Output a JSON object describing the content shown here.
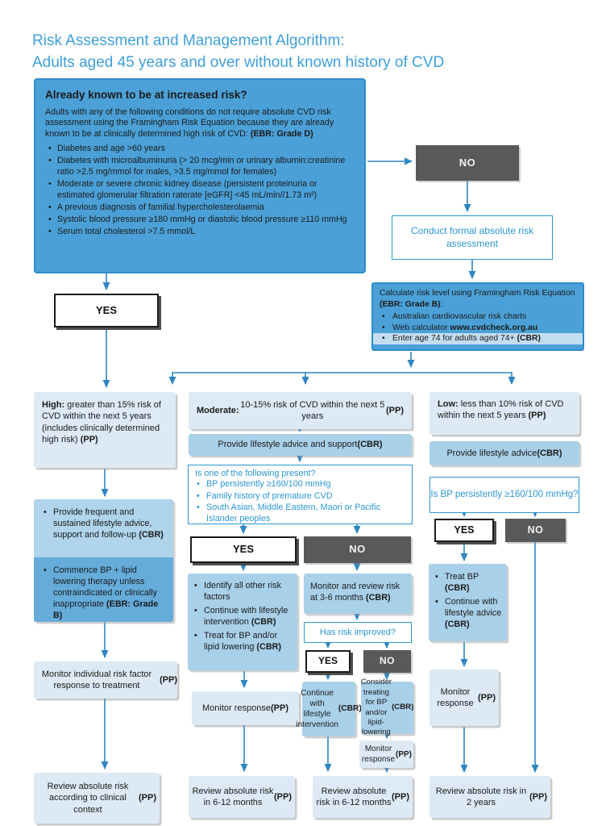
{
  "colors": {
    "title_blue": "#3FA0DB",
    "box_blue": "#4BA1D7",
    "dark_gray": "#58595B",
    "light_blue": "#DDEAF5",
    "medium_blue": "#A9D0E9",
    "medium_blue_dark": "#65ACDB",
    "highlight_band": "#C3DDF0",
    "arrow_blue": "#2E86C1",
    "outline_blue": "#2B96D2"
  },
  "title": {
    "line1": "Risk Assessment and Management Algorithm:",
    "line2": "Adults aged 45 years and over without known history of CVD"
  },
  "boxes": {
    "increased_risk": {
      "heading": "Already known to be at increased risk?",
      "intro": [
        {
          "t": "Adults with any of the following conditions do not require absolute CVD risk assessment using the Framingham Risk Equation because they are already known to be at clinically determined high risk of CVD: "
        },
        {
          "t": "(EBR: Grade D)",
          "b": true
        }
      ],
      "bullets": [
        {
          "parts": [
            {
              "t": "Diabetes and age >60 years"
            }
          ]
        },
        {
          "parts": [
            {
              "t": "Diabetes with microalbuminuria (> 20 mcg/min or urinary albumin:creatinine ratio >2.5 mg/mmol for males, >3.5 mg/mmol for females)"
            }
          ]
        },
        {
          "parts": [
            {
              "t": "Moderate or severe chronic kidney disease (persistent proteinuria or estimated glomerular filtration raterate [eGFR] <45 mL/min//1.73 m²)"
            }
          ]
        },
        {
          "parts": [
            {
              "t": "A previous diagnosis of familial hypercholesterolaemia"
            }
          ]
        },
        {
          "parts": [
            {
              "t": "Systolic blood pressure ≥180 mmHg or diastolic blood pressure ≥110 mmHg"
            }
          ]
        },
        {
          "parts": [
            {
              "t": "Serum total cholesterol >7.5 mmol/L"
            }
          ]
        }
      ]
    },
    "no_top": {
      "label": "NO"
    },
    "conduct": {
      "text": "Conduct formal absolute risk assessment"
    },
    "calculate": {
      "intro": [
        {
          "t": "Calculate risk level using Framingham Risk Equation "
        },
        {
          "t": "(EBR: Grade B)",
          "b": true
        },
        {
          "t": ":"
        }
      ],
      "bullets": [
        {
          "parts": [
            {
              "t": "Australian cardiovascular risk charts"
            }
          ]
        },
        {
          "parts": [
            {
              "t": "Web calculator "
            },
            {
              "t": "www.cvdcheck.org.au",
              "b": true
            }
          ]
        },
        {
          "parts": [
            {
              "t": "Enter age 74 for adults aged 74+ "
            },
            {
              "t": "(CBR)",
              "b": true
            }
          ],
          "hl": true
        }
      ]
    },
    "yes_left": {
      "label": "YES"
    },
    "high": {
      "parts": [
        {
          "t": "High:",
          "b": true
        },
        {
          "t": " greater than 15% risk of CVD within the next 5 years (includes clinically determined high risk) "
        },
        {
          "t": "(PP)",
          "b": true
        }
      ]
    },
    "moderate": {
      "parts": [
        {
          "t": "Moderate:",
          "b": true
        },
        {
          "t": " 10-15% risk of CVD within the next 5 years "
        },
        {
          "t": "(PP)",
          "b": true
        }
      ]
    },
    "low": {
      "parts": [
        {
          "t": "Low:",
          "b": true
        },
        {
          "t": " less than 10% risk of CVD within the next 5 years "
        },
        {
          "t": "(PP)",
          "b": true
        }
      ]
    },
    "provide_support": {
      "parts": [
        {
          "t": "Provide lifestyle advice and support "
        },
        {
          "t": "(CBR)",
          "b": true
        }
      ]
    },
    "provide_advice": {
      "parts": [
        {
          "t": "Provide lifestyle advice "
        },
        {
          "t": "(CBR)",
          "b": true
        }
      ]
    },
    "present_question": {
      "heading": "Is one of the following present?",
      "bullets": [
        {
          "parts": [
            {
              "t": "BP persistently ≥160/100 mmHg"
            }
          ]
        },
        {
          "parts": [
            {
              "t": "Family history of premature CVD"
            }
          ]
        },
        {
          "parts": [
            {
              "t": "South Asian, Middle Eastern, Maori or Pacific Islander peoples"
            }
          ]
        }
      ]
    },
    "bp_question": {
      "text": "Is BP persistently ≥160/100 mmHg?"
    },
    "high_actions": {
      "top_bullets": [
        {
          "parts": [
            {
              "t": "Provide frequent and sustained lifestyle advice, support and follow-up "
            },
            {
              "t": "(CBR)",
              "b": true
            }
          ]
        }
      ],
      "bottom_bullets": [
        {
          "parts": [
            {
              "t": "Commence BP + lipid lowering therapy unless contraindicated or clinically inappropriate "
            },
            {
              "t": "(EBR: Grade B)",
              "b": true
            }
          ]
        }
      ]
    },
    "yes_mid": {
      "label": "YES"
    },
    "no_mid": {
      "label": "NO"
    },
    "yes_mid_actions": {
      "bullets": [
        {
          "parts": [
            {
              "t": "Identify all other risk factors"
            }
          ]
        },
        {
          "parts": [
            {
              "t": "Continue with lifestyle intervention "
            },
            {
              "t": "(CBR)",
              "b": true
            }
          ]
        },
        {
          "parts": [
            {
              "t": "Treat for BP and/or lipid lowering "
            },
            {
              "t": "(CBR)",
              "b": true
            }
          ]
        }
      ]
    },
    "monitor_review": {
      "parts": [
        {
          "t": "Monitor and review risk at 3-6 months "
        },
        {
          "t": "(CBR)",
          "b": true
        }
      ]
    },
    "has_risk": {
      "text": "Has risk improved?"
    },
    "yes_small": {
      "label": "YES"
    },
    "no_small": {
      "label": "NO"
    },
    "monitor_response_mid": {
      "parts": [
        {
          "t": "Monitor response "
        },
        {
          "t": "(PP)",
          "b": true
        }
      ]
    },
    "continue_lifestyle": {
      "parts": [
        {
          "t": "Continue with lifestyle intervention "
        },
        {
          "t": "(CBR)",
          "b": true
        }
      ]
    },
    "consider_treating": {
      "parts": [
        {
          "t": "Consider treating for BP and/or lipid-lowering "
        },
        {
          "t": "(CBR)",
          "b": true
        }
      ]
    },
    "monitor_response_small": {
      "parts": [
        {
          "t": "Monitor response "
        },
        {
          "t": "(PP)",
          "b": true
        }
      ]
    },
    "yes_right": {
      "label": "YES"
    },
    "no_right": {
      "label": "NO"
    },
    "treat_bp": {
      "bullets": [
        {
          "parts": [
            {
              "t": "Treat BP "
            },
            {
              "t": "(CBR)",
              "b": true
            }
          ]
        },
        {
          "parts": [
            {
              "t": "Continue with lifestyle advice "
            },
            {
              "t": "(CBR)",
              "b": true
            }
          ]
        }
      ]
    },
    "monitor_response_right": {
      "parts": [
        {
          "t": "Monitor response "
        },
        {
          "t": "(PP)",
          "b": true
        }
      ]
    },
    "monitor_individual": {
      "parts": [
        {
          "t": "Monitor individual risk factor response to treatment "
        },
        {
          "t": "(PP)",
          "b": true
        }
      ]
    },
    "review_clinical": {
      "parts": [
        {
          "t": "Review absolute risk according to clinical context "
        },
        {
          "t": "(PP)",
          "b": true
        }
      ]
    },
    "review_6_12_a": {
      "parts": [
        {
          "t": "Review absolute risk in 6-12 months "
        },
        {
          "t": "(PP)",
          "b": true
        }
      ]
    },
    "review_6_12_b": {
      "parts": [
        {
          "t": "Review absolute risk in 6-12 months "
        },
        {
          "t": "(PP)",
          "b": true
        }
      ]
    },
    "review_2yr": {
      "parts": [
        {
          "t": "Review absolute risk in 2 years "
        },
        {
          "t": "(PP)",
          "b": true
        }
      ]
    }
  }
}
